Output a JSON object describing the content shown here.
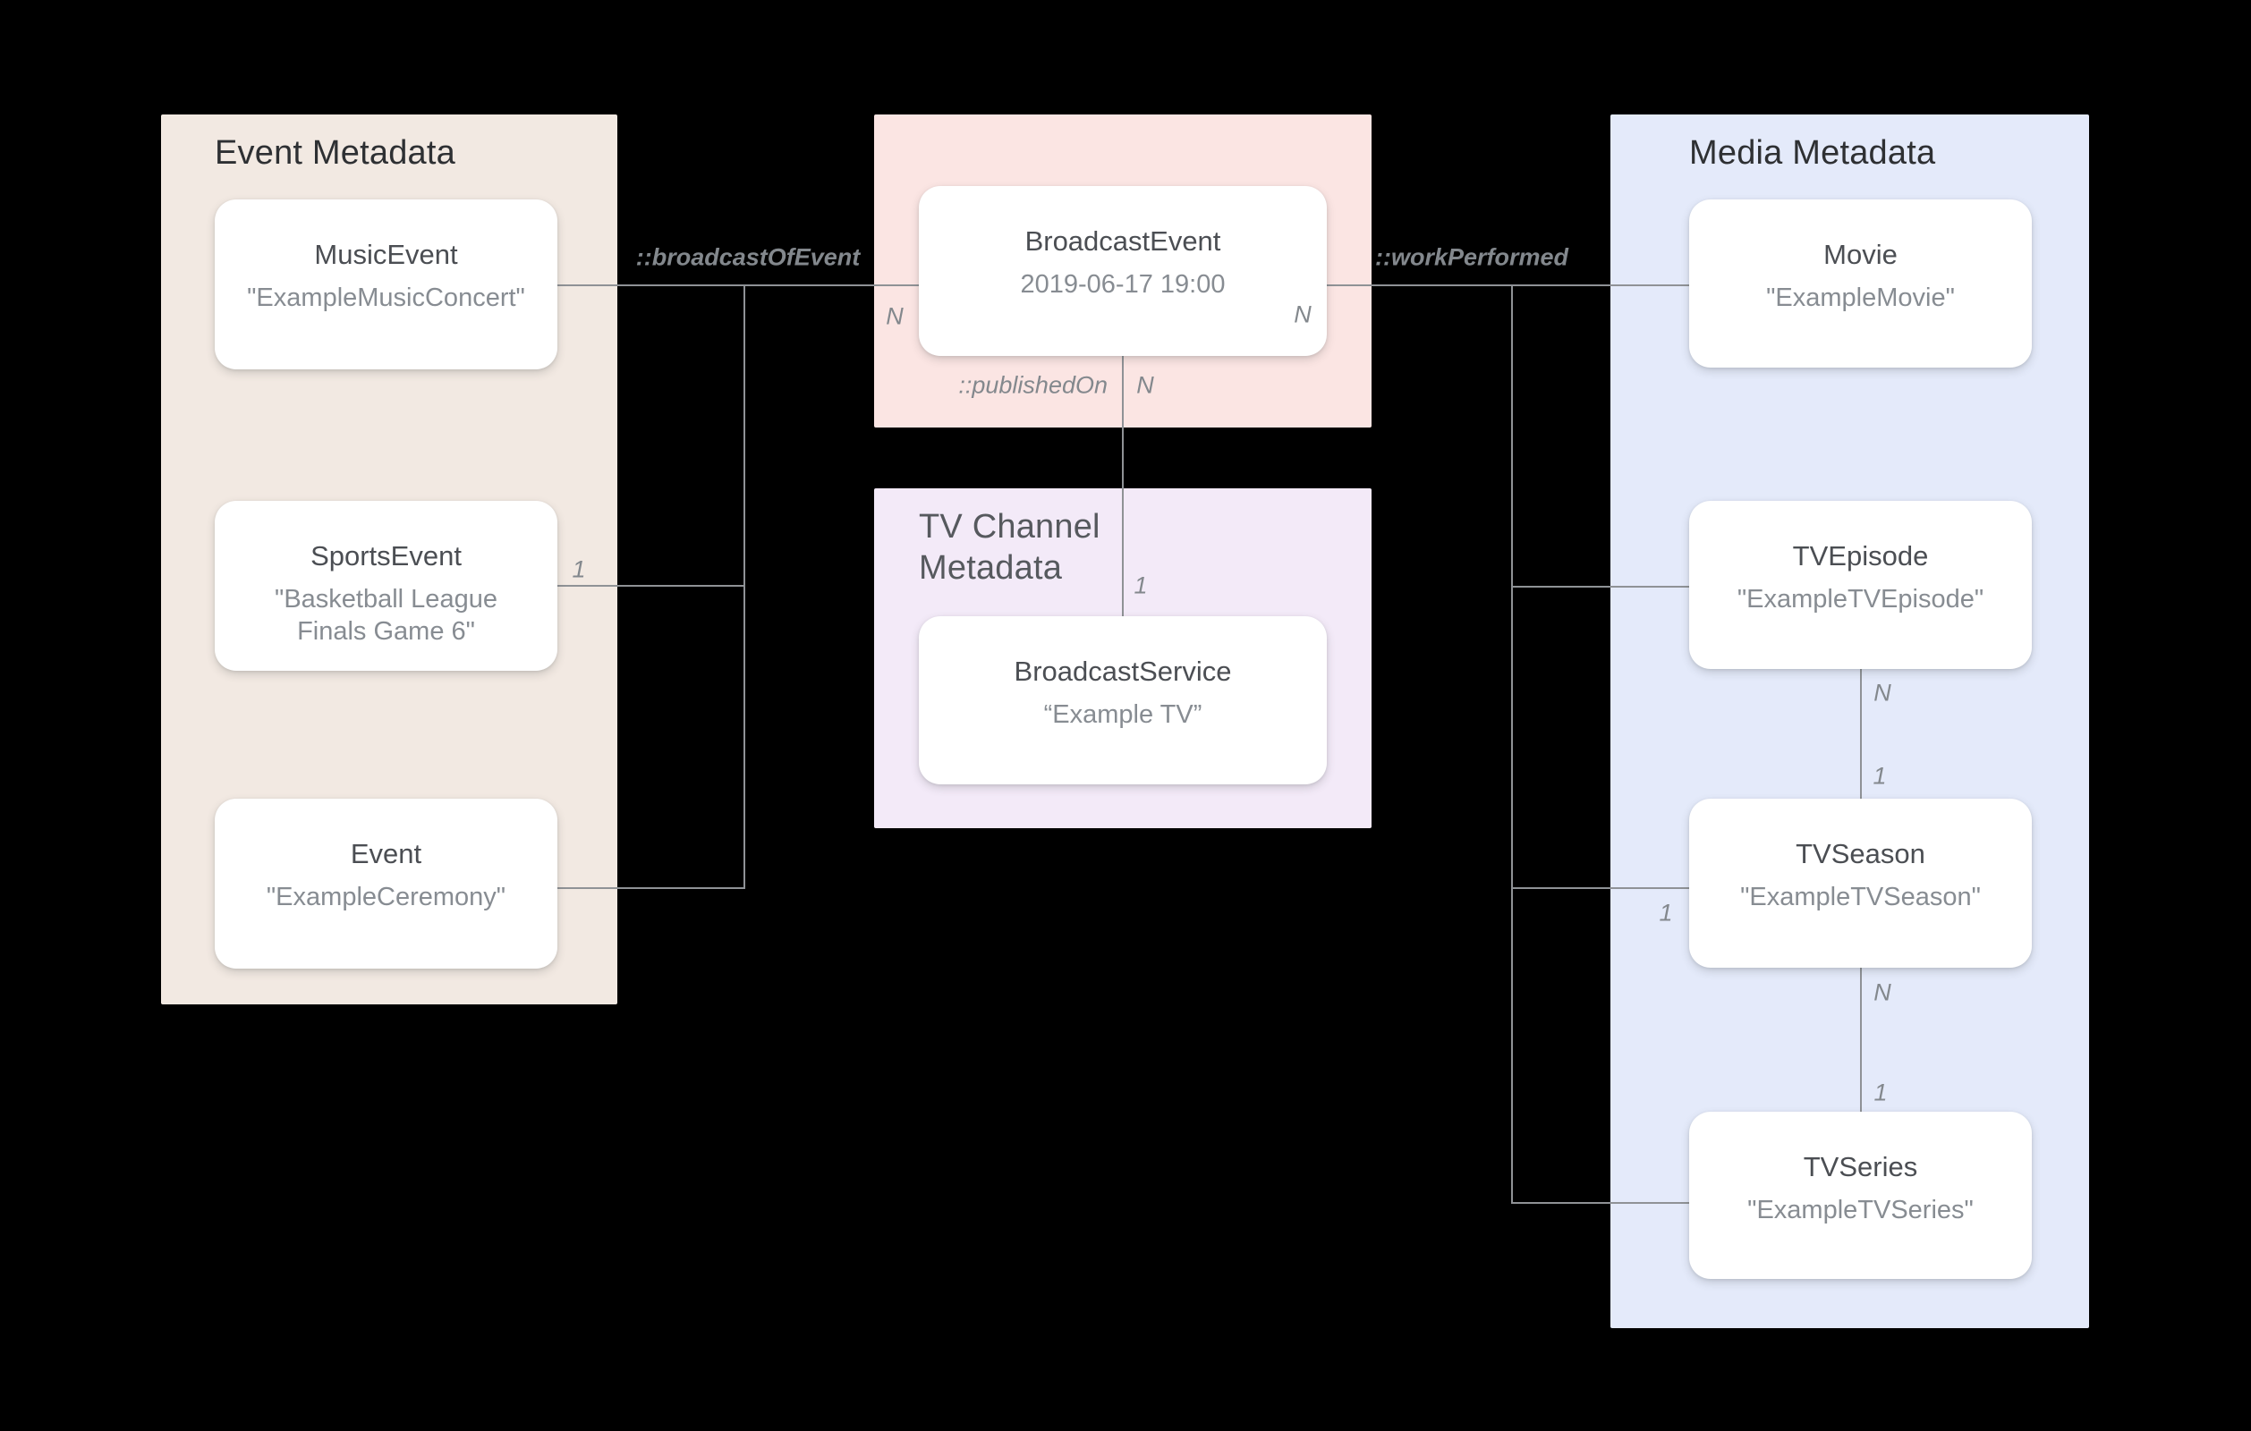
{
  "sections": {
    "event": {
      "title": "Event Metadata"
    },
    "tv_channel": {
      "title": "TV Channel Metadata"
    },
    "media": {
      "title": "Media Metadata"
    }
  },
  "nodes": {
    "musicEvent": {
      "title": "MusicEvent",
      "subtitle": "\"ExampleMusicConcert\""
    },
    "sportsEvent": {
      "title": "SportsEvent",
      "subtitle": "\"Basketball League Finals Game 6\""
    },
    "event": {
      "title": "Event",
      "subtitle": "\"ExampleCeremony\""
    },
    "broadcastEvent": {
      "title": "BroadcastEvent",
      "subtitle": "2019-06-17 19:00"
    },
    "broadcastService": {
      "title": "BroadcastService",
      "subtitle": "“Example TV”"
    },
    "movie": {
      "title": "Movie",
      "subtitle": "\"ExampleMovie\""
    },
    "tvEpisode": {
      "title": "TVEpisode",
      "subtitle": "\"ExampleTVEpisode\""
    },
    "tvSeason": {
      "title": "TVSeason",
      "subtitle": "\"ExampleTVSeason\""
    },
    "tvSeries": {
      "title": "TVSeries",
      "subtitle": "\"ExampleTVSeries\""
    }
  },
  "relations": {
    "broadcast_of_event": "::broadcastOfEvent",
    "published_on": "::publishedOn",
    "work_performed": "::workPerformed"
  },
  "cardinality": {
    "one": "1",
    "many": "N"
  },
  "colors": {
    "background": "#000000",
    "event_section": "#F2E9E2",
    "broadcast_section": "#FBE5E3",
    "tv_channel_section": "#F3EAF8",
    "media_section": "#E4EAFA",
    "node_background": "#FFFFFF",
    "connector_line": "#8F9296",
    "node_title_text": "#4B4E53",
    "node_subtitle_text": "#878C92",
    "heading_text": "#2E3033",
    "label_text": "#83888D"
  }
}
